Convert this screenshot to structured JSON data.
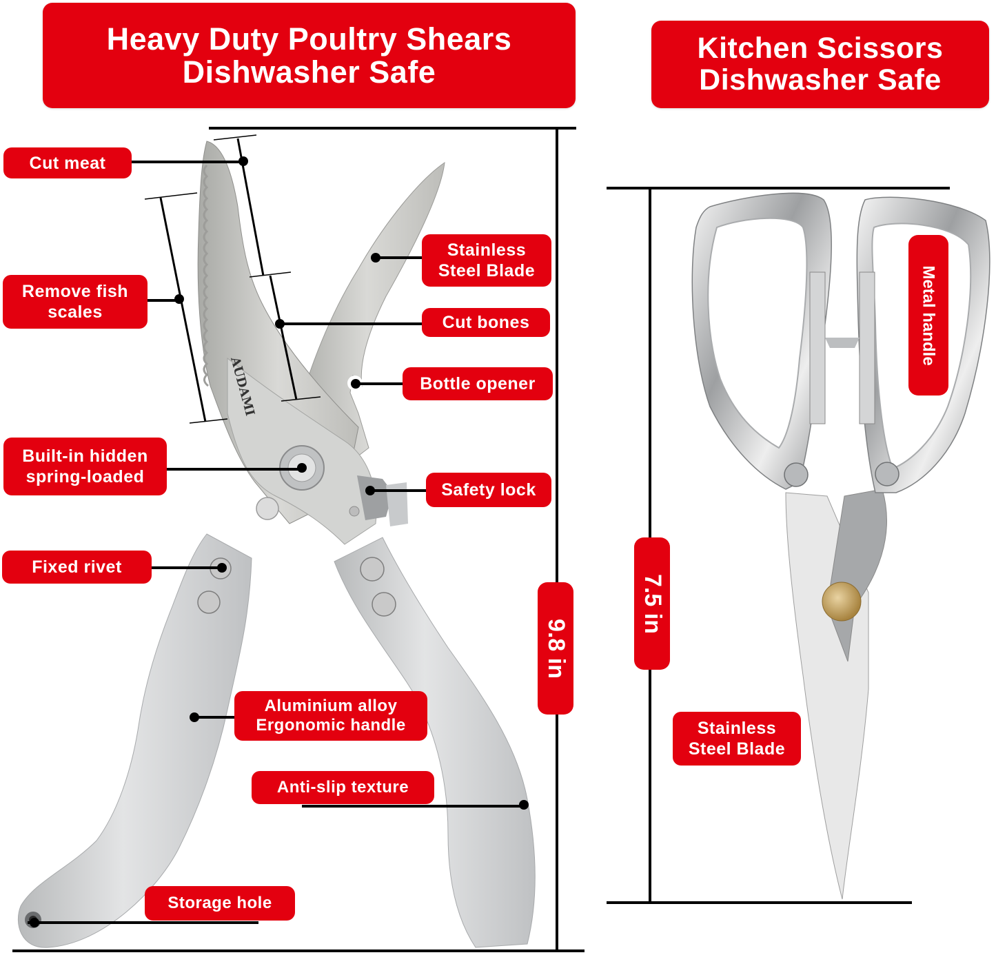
{
  "left_product": {
    "banner": {
      "line1": "Heavy Duty Poultry Shears",
      "line2": "Dishwasher Safe"
    },
    "brand_engraving": "AUDAMI",
    "dimension_label": "9.8 in",
    "callouts": [
      {
        "id": "cut-meat",
        "lines": [
          "Cut meat"
        ]
      },
      {
        "id": "remove-fish-scales",
        "lines": [
          "Remove fish",
          "scales"
        ]
      },
      {
        "id": "built-in-spring",
        "lines": [
          "Built-in hidden",
          "spring-loaded"
        ]
      },
      {
        "id": "fixed-rivet",
        "lines": [
          "Fixed rivet"
        ]
      },
      {
        "id": "aluminium-handle",
        "lines": [
          "Aluminium alloy",
          "Ergonomic handle"
        ]
      },
      {
        "id": "storage-hole",
        "lines": [
          "Storage hole"
        ]
      },
      {
        "id": "stainless-blade",
        "lines": [
          "Stainless",
          "Steel Blade"
        ]
      },
      {
        "id": "cut-bones",
        "lines": [
          "Cut bones"
        ]
      },
      {
        "id": "bottle-opener",
        "lines": [
          "Bottle opener"
        ]
      },
      {
        "id": "safety-lock",
        "lines": [
          "Safety lock"
        ]
      },
      {
        "id": "anti-slip",
        "lines": [
          "Anti-slip texture"
        ]
      }
    ]
  },
  "right_product": {
    "banner": {
      "line1": "Kitchen Scissors",
      "line2": "Dishwasher Safe"
    },
    "dimension_label": "7.5 in",
    "callouts": [
      {
        "id": "metal-handle",
        "lines": [
          "Metal handle"
        ]
      },
      {
        "id": "stainless-blade",
        "lines": [
          "Stainless",
          "Steel Blade"
        ]
      }
    ]
  },
  "colors": {
    "accent_red": "#e3000f",
    "text_white": "#ffffff",
    "line_black": "#000000",
    "metal": "#c9cbcc"
  }
}
